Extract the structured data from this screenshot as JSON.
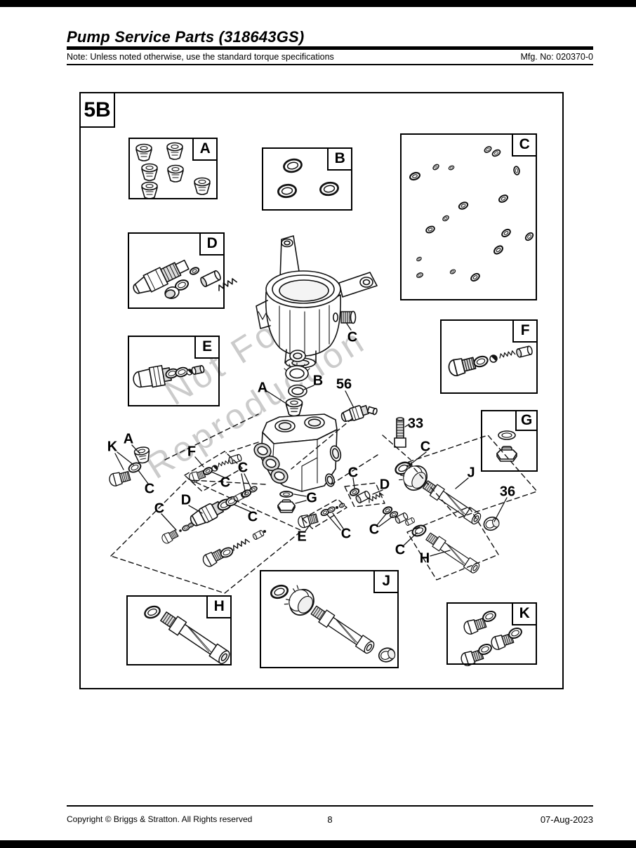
{
  "header": {
    "title": "Pump Service Parts (318643GS)",
    "note": "Note: Unless noted otherwise, use the standard torque specifications",
    "mfg_no": "Mfg. No: 020370-0"
  },
  "figure": {
    "label": "5B",
    "watermark_line1": "Not For",
    "watermark_line2": "Reproduction"
  },
  "kit_boxes": [
    {
      "label": "A",
      "contents": "valve-caps"
    },
    {
      "label": "B",
      "contents": "seal-rings"
    },
    {
      "label": "C",
      "contents": "o-ring-kit"
    },
    {
      "label": "D",
      "contents": "unloader-valve-kit"
    },
    {
      "label": "E",
      "contents": "outlet-fitting-kit"
    },
    {
      "label": "F",
      "contents": "check-valve-kit"
    },
    {
      "label": "G",
      "contents": "nut-and-washer"
    },
    {
      "label": "H",
      "contents": "tube-assembly"
    },
    {
      "label": "J",
      "contents": "tube-assembly-with-nut"
    },
    {
      "label": "K",
      "contents": "plug-kit"
    }
  ],
  "callouts": [
    {
      "label": "C"
    },
    {
      "label": "A"
    },
    {
      "label": "B"
    },
    {
      "label": "56"
    },
    {
      "label": "33"
    },
    {
      "label": "C"
    },
    {
      "label": "J"
    },
    {
      "label": "36"
    },
    {
      "label": "K"
    },
    {
      "label": "A"
    },
    {
      "label": "C"
    },
    {
      "label": "F"
    },
    {
      "label": "C"
    },
    {
      "label": "C"
    },
    {
      "label": "D"
    },
    {
      "label": "C"
    },
    {
      "label": "C"
    },
    {
      "label": "E"
    },
    {
      "label": "C"
    },
    {
      "label": "C"
    },
    {
      "label": "C"
    },
    {
      "label": "H"
    },
    {
      "label": "D"
    },
    {
      "label": "C"
    },
    {
      "label": "G"
    }
  ],
  "footer": {
    "copyright": "Copyright ©  Briggs & Stratton. All Rights reserved",
    "page_number": "8",
    "date": "07-Aug-2023"
  }
}
